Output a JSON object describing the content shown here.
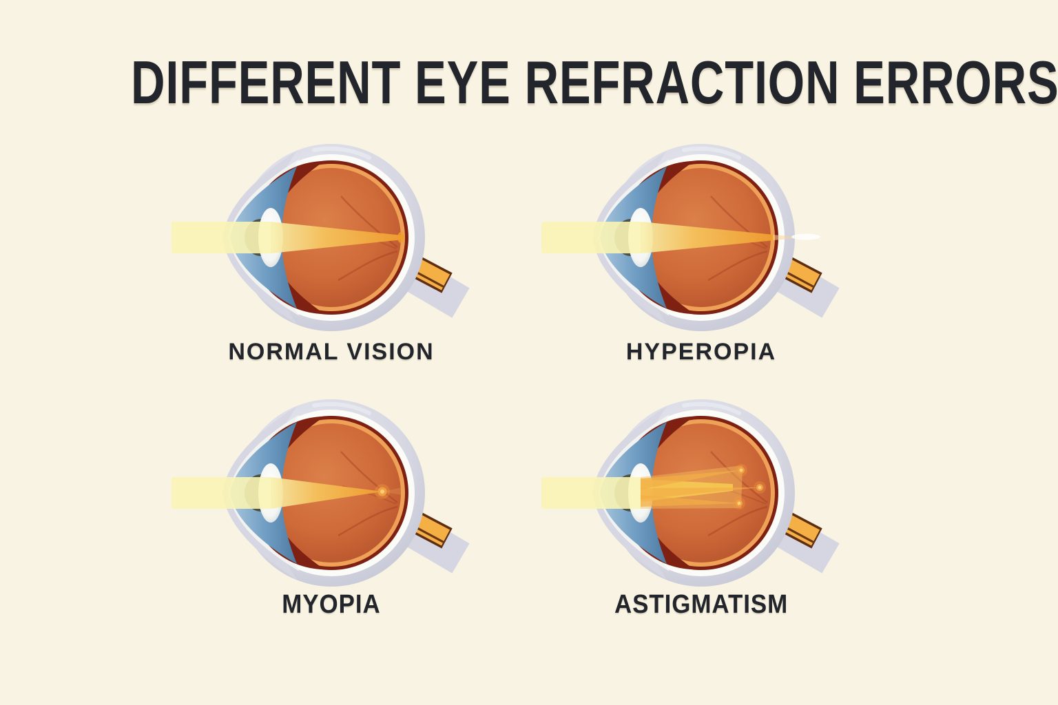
{
  "title": "DIFFERENT EYE REFRACTION ERRORS",
  "colors": {
    "background": "#f8f3e3",
    "text": "#22252b",
    "sclera": "#d6d7e2",
    "sclera_inner": "#fbfbf7",
    "cornea": "#f2f3f1",
    "choroid": "#7e2012",
    "retina_ring": "#efa257",
    "vitreous": "#cf6a39",
    "iris": "#6e9cc2",
    "lens": "#f4f6f3",
    "pupil": "#4d5342",
    "light_beam": "#f9f4b5",
    "focus_cone": "#f09d2e",
    "focus_dot": "#f2a040",
    "optic_nerve": "#f5b045",
    "nerve_outline": "#5f2d0f",
    "vein": "#a23f22"
  },
  "panels": [
    {
      "id": "normal-vision",
      "label": "NORMAL VISION",
      "focus": "on-retina"
    },
    {
      "id": "hyperopia",
      "label": "HYPEROPIA",
      "focus": "behind-retina"
    },
    {
      "id": "myopia",
      "label": "MYOPIA",
      "focus": "before-retina"
    },
    {
      "id": "astigmatism",
      "label": "ASTIGMATISM",
      "focus": "multiple-points"
    }
  ]
}
